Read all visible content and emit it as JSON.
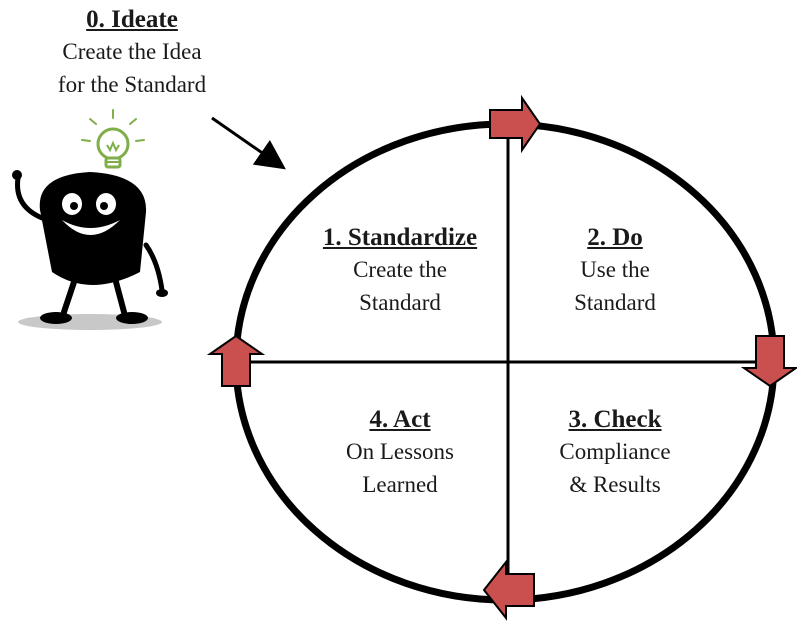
{
  "ideate": {
    "title": "0. Ideate",
    "line1": "Create the Idea",
    "line2": "for the Standard"
  },
  "steps": [
    {
      "title": "1. Standardize",
      "line1": "Create the",
      "line2": "Standard"
    },
    {
      "title": "2. Do",
      "line1": "Use the",
      "line2": "Standard"
    },
    {
      "title": "3. Check",
      "line1": "Compliance",
      "line2": "& Results"
    },
    {
      "title": "4. Act",
      "line1": "On Lessons",
      "line2": "Learned"
    }
  ],
  "colors": {
    "arrow_fill": "#c9504f",
    "stroke": "#000000",
    "bulb": "#7fae4a",
    "shadow": "#c8c8c8"
  },
  "icons": [
    "lightbulb-icon",
    "mascot-character-icon",
    "pointer-arrow-icon"
  ]
}
